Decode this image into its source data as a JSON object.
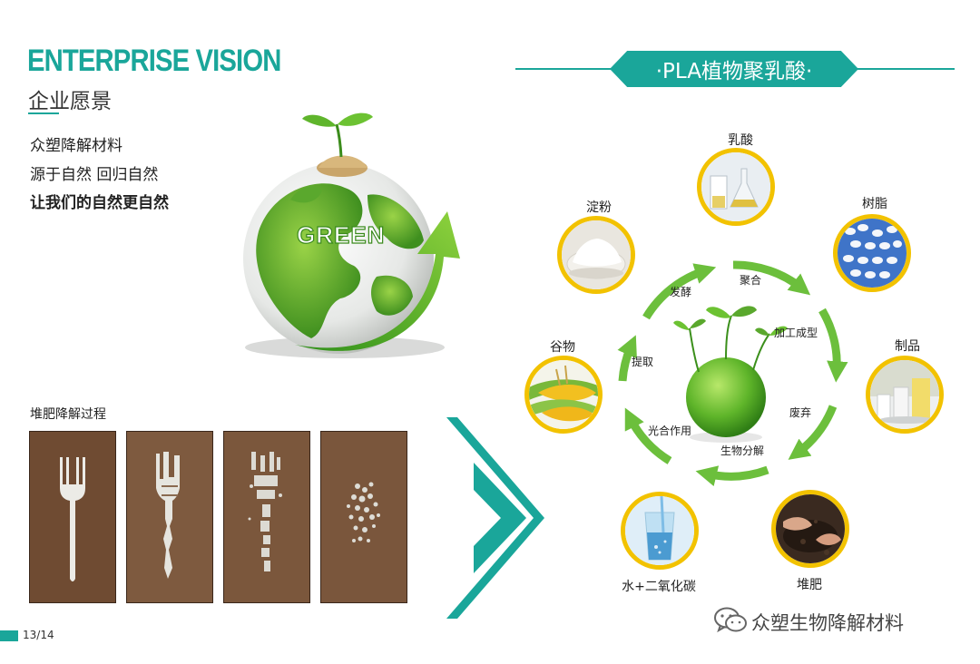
{
  "header": {
    "title_en": "ENTERPRISE VISION",
    "title_cn": "企业愿景",
    "slogans": [
      "众塑降解材料",
      "源于自然 回归自然",
      "让我们的自然更自然"
    ]
  },
  "globe": {
    "label": "GREEN"
  },
  "compost": {
    "label": "堆肥降解过程",
    "stages": 4
  },
  "pla": {
    "title": "·PLA植物聚乳酸·",
    "nodes": [
      "乳酸",
      "树脂",
      "制品",
      "堆肥",
      "水+二氧化碳",
      "谷物",
      "淀粉"
    ],
    "steps": [
      "聚合",
      "加工成型",
      "废弃",
      "生物分解",
      "光合作用",
      "提取",
      "发酵"
    ]
  },
  "footer": {
    "page": "13/14",
    "brand": "众塑生物降解材料"
  },
  "colors": {
    "accent": "#1aa69a",
    "ring": "#f2c200",
    "arrow": "#6cbf3c"
  }
}
